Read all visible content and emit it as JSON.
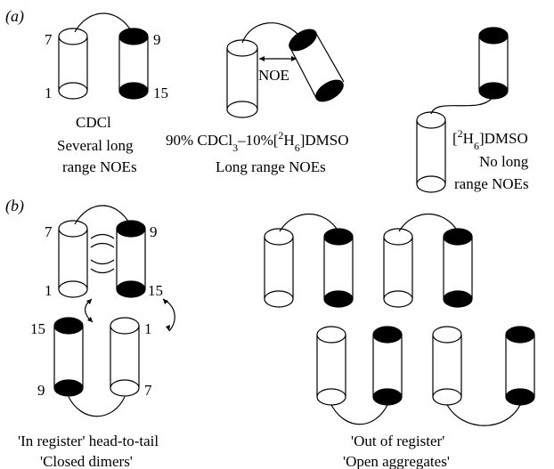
{
  "panel_a": {
    "label": "(a)",
    "left": {
      "res_top": "7",
      "res_bottom": "1",
      "res_top_right": "9",
      "res_bottom_right": "15",
      "solvent": "CDCl",
      "caption_1": "Several long",
      "caption_2": "range NOEs"
    },
    "middle": {
      "noe": "NOE",
      "caption_1": "Long range NOEs"
    },
    "right": {
      "caption_2": "No long",
      "caption_3": "range NOEs"
    }
  },
  "panel_b": {
    "label": "(b)",
    "left": {
      "res_top_left": "7",
      "res_top_right": "9",
      "res_mid_left": "1",
      "res_mid_right": "15",
      "res_low_left": "15",
      "res_low_right": "1",
      "res_bottom_left": "9",
      "res_bottom_right": "7",
      "caption_1": "'In register' head-to-tail",
      "caption_2": "'Closed dimers'"
    },
    "right": {
      "caption_1": "'Out of register'",
      "caption_2": "'Open aggregates'"
    }
  }
}
